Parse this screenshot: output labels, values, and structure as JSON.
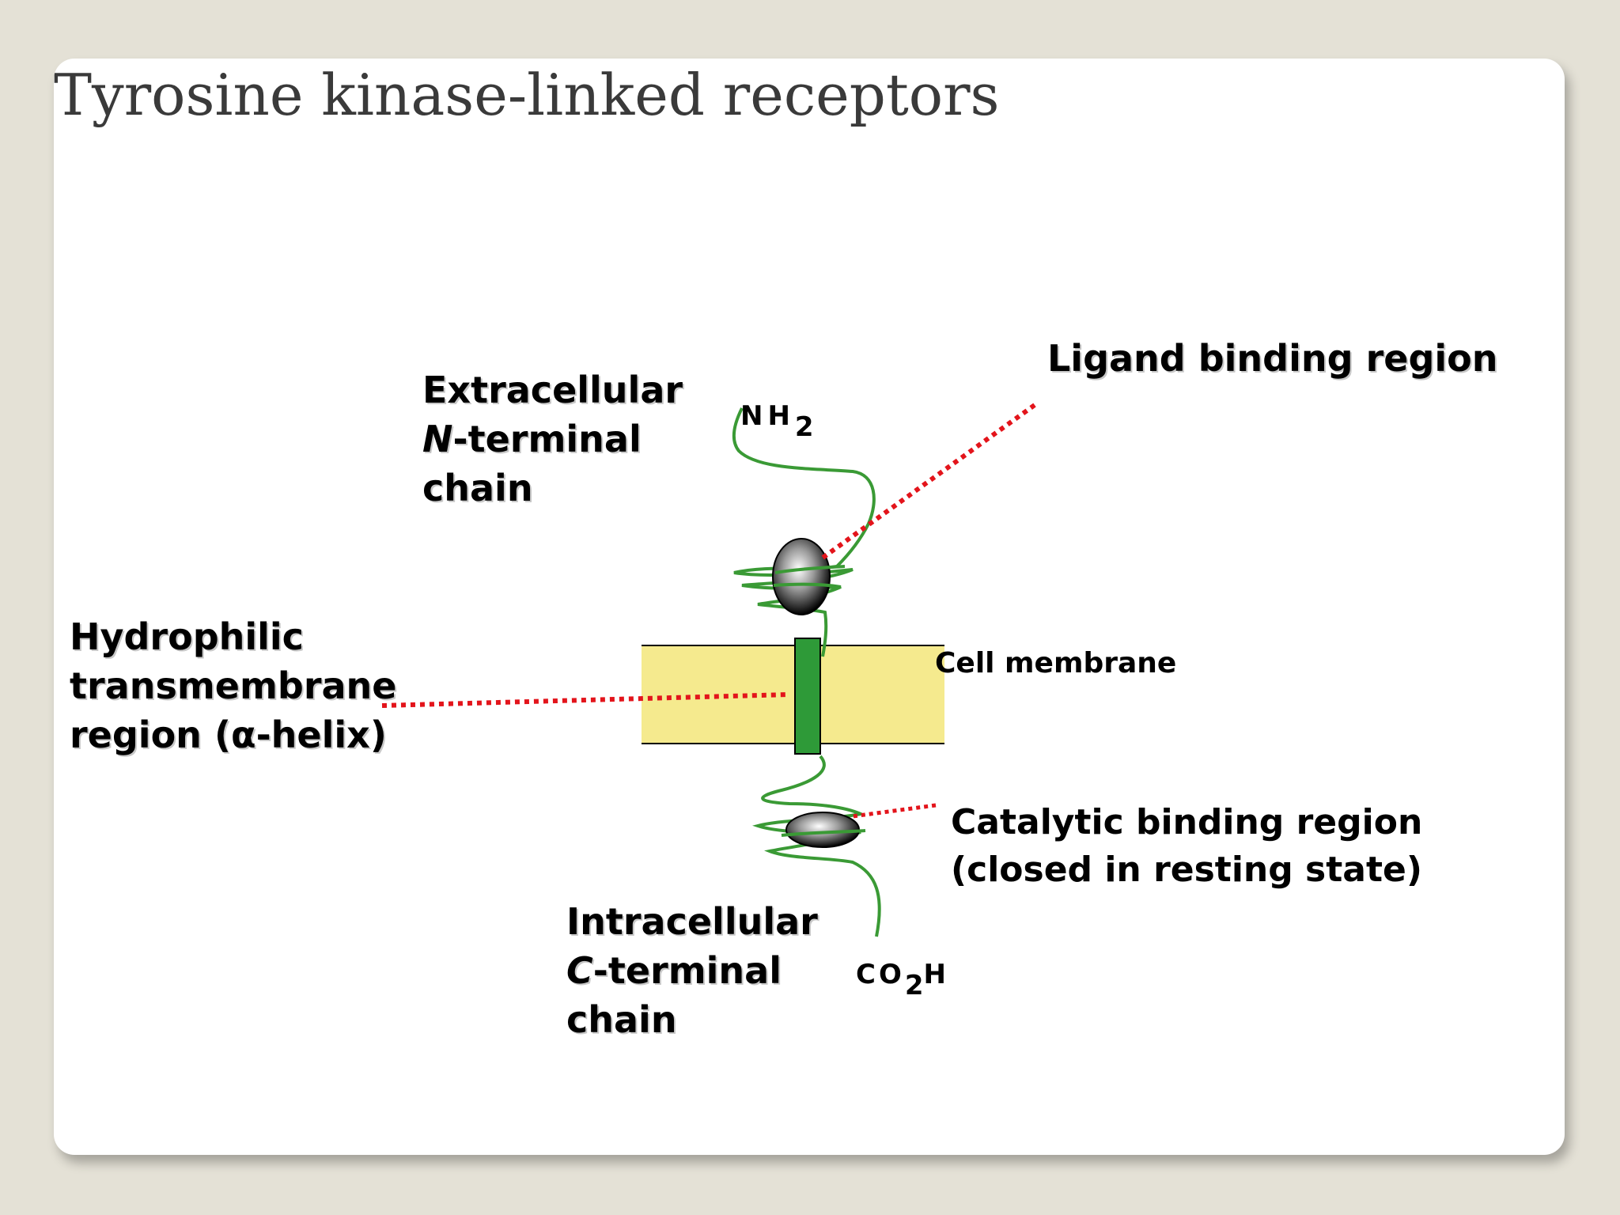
{
  "slide": {
    "title": "Tyrosine kinase-linked receptors"
  },
  "labels": {
    "extracellular": {
      "line1": "Extracellular",
      "line2_italic": "N",
      "line2_rest": "-terminal",
      "line3": "chain"
    },
    "nh2": {
      "text": "NH",
      "sub": "2"
    },
    "ligand": "Ligand binding region",
    "hydrophilic": {
      "line1": "Hydrophilic",
      "line2": "transmembrane",
      "line3": "region (α-helix)"
    },
    "membrane": "Cell membrane",
    "catalytic": {
      "line1": "Catalytic binding region",
      "line2": "(closed in resting state)"
    },
    "intracellular": {
      "line1": "Intracellular",
      "line2_italic": "C",
      "line2_rest": "-terminal",
      "line3": "chain"
    },
    "co2h": {
      "pre": "CO",
      "sub": "2",
      "post": "H"
    }
  },
  "colors": {
    "chain": "#3a9a35",
    "membrane_fill": "#f5ea8e",
    "helix_fill": "#2e9a38",
    "pointer": "#e3141b",
    "title": "#3a3a3a"
  },
  "icons": [
    "ligand-site-ellipsoid",
    "catalytic-site-ellipsoid"
  ]
}
